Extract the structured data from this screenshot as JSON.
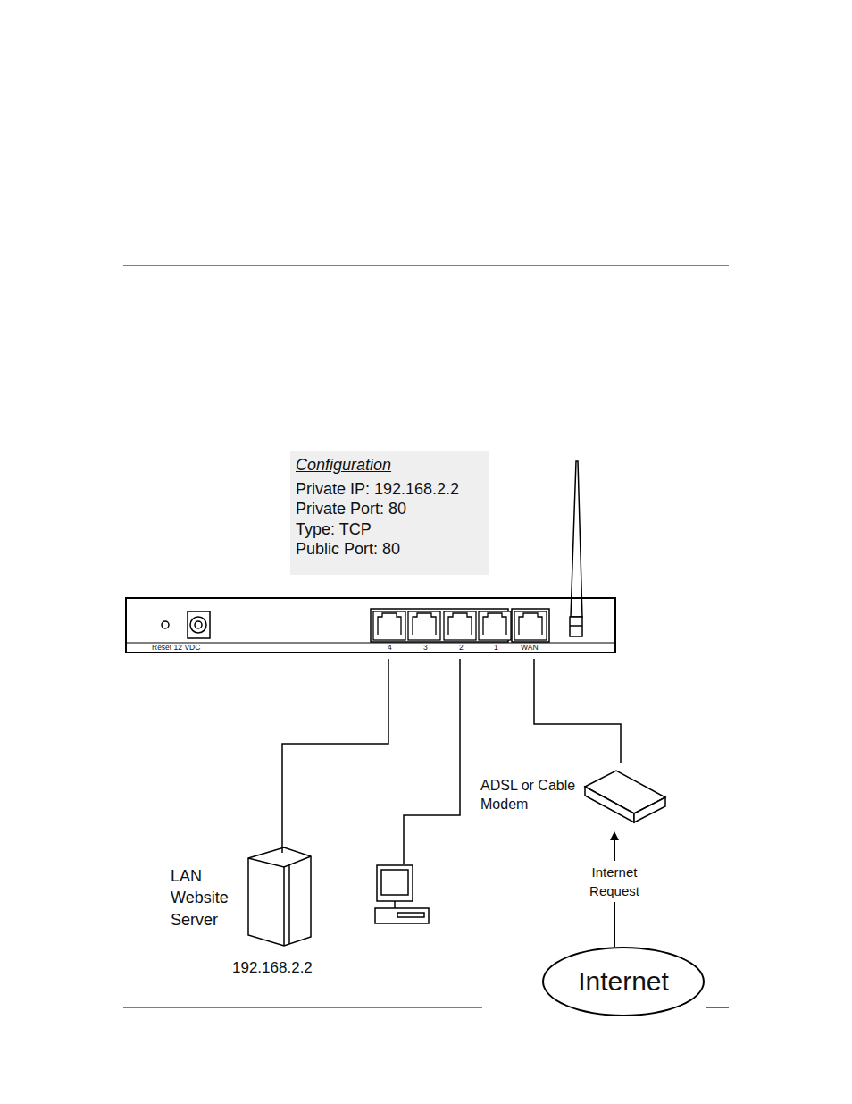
{
  "diagram": {
    "nodes": [
      {
        "text": [
          "Configuration",
          "Private IP: 192.168.2.2",
          "Private Port: 80",
          "Type: TCP",
          "Public Port: 80"
        ]
      },
      {
        "text": [
          "Reset 12 VDC",
          "4",
          "3",
          "2",
          "1",
          "WAN"
        ]
      },
      {
        "text": [
          "LAN Website Server",
          "192.168.2.2"
        ]
      },
      {
        "text": [
          "ADSL or Cable Modem"
        ]
      },
      {
        "text": [
          "Internet"
        ]
      }
    ],
    "edges": [
      {
        "from": 1,
        "to": 2,
        "arrow": "none"
      },
      {
        "from": 1,
        "to": 3,
        "arrow": "none"
      },
      {
        "from": 4,
        "to": 3,
        "label": "Internet Request",
        "arrow": "to"
      }
    ]
  }
}
